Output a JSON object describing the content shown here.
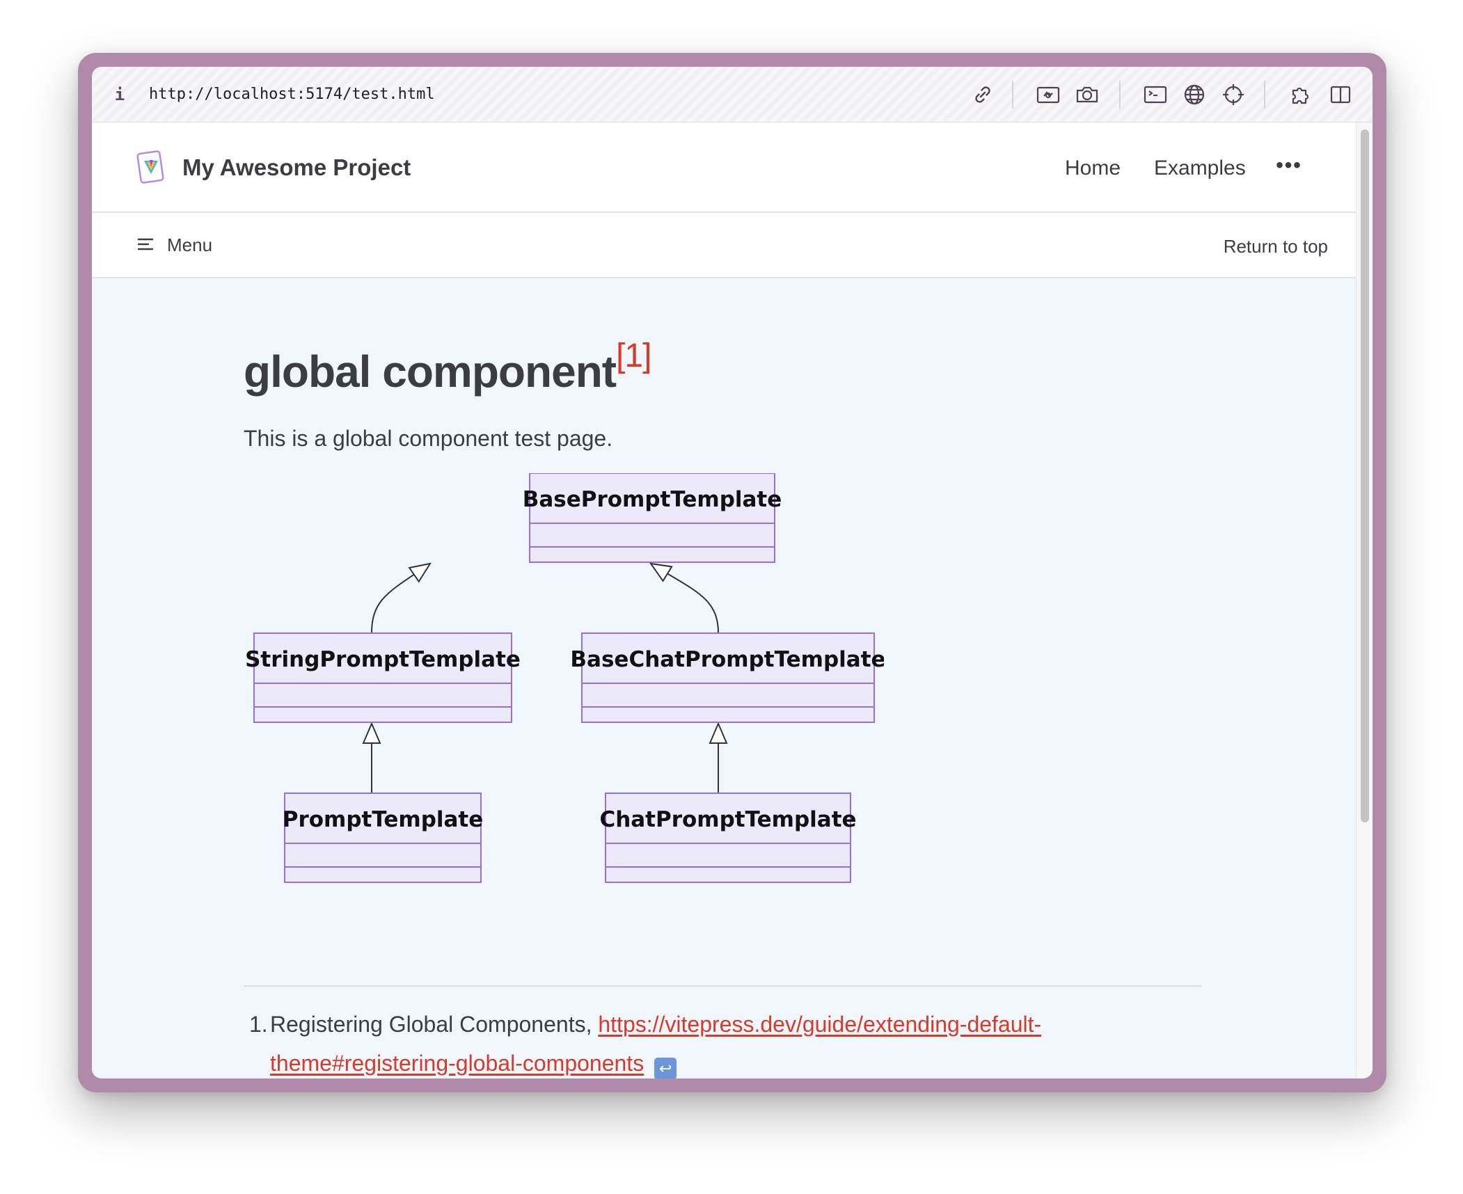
{
  "browser": {
    "url": "http://localhost:5174/test.html",
    "info_icon": "i",
    "toolbar_icons": [
      "link-icon",
      "screenshot-area-icon",
      "camera-icon",
      "terminal-icon",
      "globe-icon",
      "crosshair-icon",
      "extensions-icon",
      "sidebar-icon"
    ]
  },
  "nav": {
    "site_title": "My Awesome Project",
    "links": [
      "Home",
      "Examples"
    ],
    "more": "•••"
  },
  "local_nav": {
    "menu": "Menu",
    "return_top": "Return to top"
  },
  "doc": {
    "title": "global component",
    "title_footnote": "[1]",
    "paragraph": "This is a global component test page."
  },
  "diagram": {
    "classes": [
      "BasePromptTemplate",
      "StringPromptTemplate",
      "BaseChatPromptTemplate",
      "PromptTemplate",
      "ChatPromptTemplate"
    ],
    "relations": [
      {
        "from": "StringPromptTemplate",
        "to": "BasePromptTemplate",
        "type": "inheritance"
      },
      {
        "from": "BaseChatPromptTemplate",
        "to": "BasePromptTemplate",
        "type": "inheritance"
      },
      {
        "from": "PromptTemplate",
        "to": "StringPromptTemplate",
        "type": "inheritance"
      },
      {
        "from": "ChatPromptTemplate",
        "to": "BaseChatPromptTemplate",
        "type": "inheritance"
      }
    ],
    "colors": {
      "fill": "#ece9fb",
      "stroke": "#9370db",
      "line": "#333333"
    }
  },
  "footnotes": [
    {
      "number": "1.",
      "text": "Registering Global Components, ",
      "link": "https://vitepress.dev/guide/extending-default-theme#registering-global-components",
      "backref": "↩"
    }
  ],
  "colors": {
    "accent": "#d63a28",
    "page_bg": "#f1f6fd",
    "frame": "#b08aa8"
  }
}
